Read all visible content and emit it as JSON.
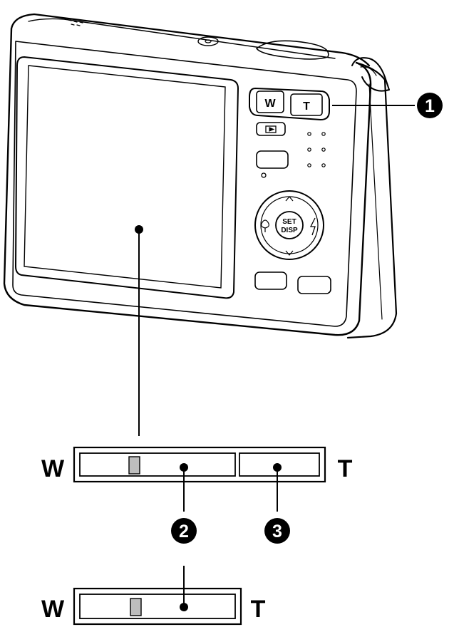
{
  "camera": {
    "zoom_wide": "W",
    "zoom_tele": "T",
    "set_label": "SET",
    "disp_label": "DISP"
  },
  "callouts": {
    "one": "1",
    "two": "2",
    "three": "3"
  },
  "zoom_bar_top": {
    "left": "W",
    "right": "T"
  },
  "zoom_bar_bottom": {
    "left": "W",
    "right": "T"
  }
}
